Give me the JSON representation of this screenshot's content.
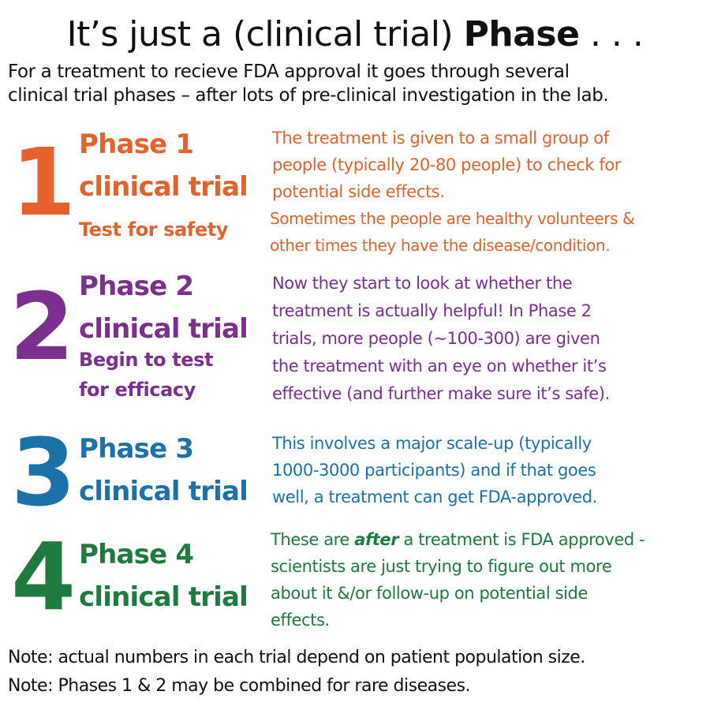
{
  "header": {
    "title_normal": "It’s just a (clinical trial) ",
    "title_bold": "Phase",
    "title_tail": " . . .",
    "intro_line1": "For a treatment to recieve FDA approval it goes through several",
    "intro_line2": "clinical trial phases – after lots of pre-clinical investigation in the lab."
  },
  "phases": [
    {
      "number": "1",
      "color": "#e4632c",
      "name_line1": "Phase 1",
      "name_line2": "clinical trial",
      "tag_line1": "Test for safety",
      "desc_lines": [
        "The treatment is given to a small group of",
        "people (typically 20-80 people) to check for",
        "potential side effects."
      ],
      "extra_lines": [
        "Sometimes the people are healthy volunteers &",
        "other times they have the disease/condition."
      ]
    },
    {
      "number": "2",
      "color": "#7b2f8e",
      "name_line1": "Phase 2",
      "name_line2": "clinical trial",
      "tag_line1": "Begin to test",
      "tag_line2": "for efficacy",
      "desc_lines": [
        "Now they start to look at whether the",
        "treatment is actually helpful! In Phase 2",
        "trials, more people (~100-300) are given",
        "the treatment with an eye on whether it’s",
        "effective (and further make sure it’s safe)."
      ]
    },
    {
      "number": "3",
      "color": "#1b72a8",
      "name_line1": "Phase 3",
      "name_line2": "clinical trial",
      "desc_lines": [
        "This involves a major scale-up (typically",
        "1000-3000 participants) and if that goes",
        "well, a treatment can get FDA-approved."
      ]
    },
    {
      "number": "4",
      "color": "#1e7a3e",
      "name_line1": "Phase 4",
      "name_line2": "clinical trial",
      "desc_line1_pre": "These are ",
      "desc_line1_emph": "after",
      "desc_line1_post": " a treatment is FDA approved -",
      "desc_lines": [
        "scientists are just trying to figure out more",
        "about it &/or follow-up on potential side",
        "effects."
      ]
    }
  ],
  "notes": [
    "Note: actual numbers in each trial depend on patient population size.",
    "Note: Phases 1 & 2 may be combined for rare diseases."
  ]
}
